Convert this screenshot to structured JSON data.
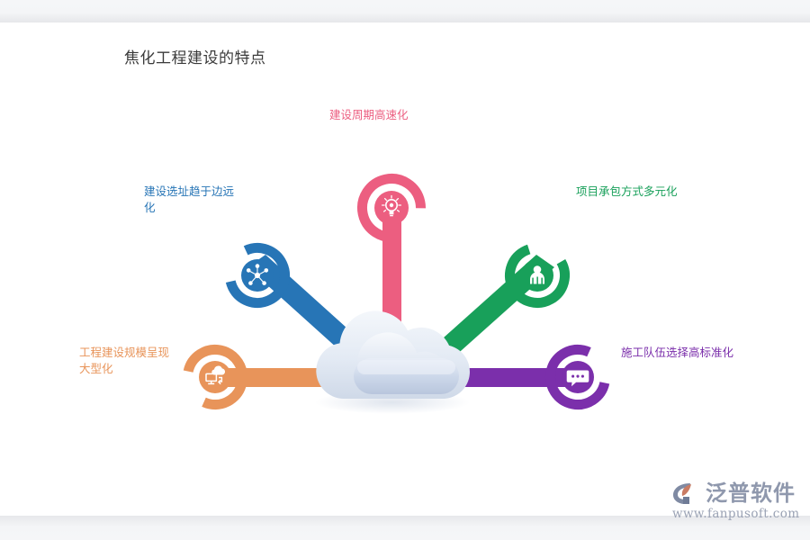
{
  "document": {
    "title": "焦化工程建设的特点"
  },
  "diagram": {
    "center": {
      "icon": "cloud-icon",
      "label": ""
    },
    "nodes": [
      {
        "key": "pink",
        "label": "建设周期高速化",
        "color": "#ec5e80",
        "icon": "lightbulb-icon",
        "position": "top"
      },
      {
        "key": "blue",
        "label": "建设选址趋于边远化",
        "color": "#2775b6",
        "icon": "network-nodes-icon",
        "position": "upper-left"
      },
      {
        "key": "green",
        "label": "项目承包方式多元化",
        "color": "#18a05a",
        "icon": "person-icon",
        "position": "upper-right"
      },
      {
        "key": "orange",
        "label": "工程建设规模呈现大型化",
        "color": "#e8945a",
        "icon": "cloud-computing-icon",
        "position": "left"
      },
      {
        "key": "purple",
        "label": "施工队伍选择高标准化",
        "color": "#7b2fab",
        "icon": "chat-bubble-icon",
        "position": "right"
      }
    ]
  },
  "watermark": {
    "brand": "泛普软件",
    "url": "www.fanpusoft.com",
    "logo_icon": "fanpu-logo-icon"
  },
  "colors": {
    "pink": "#ec5e80",
    "blue": "#2775b6",
    "green": "#18a05a",
    "orange": "#e8945a",
    "purple": "#7b2fab",
    "cloud_light": "#eef2f8",
    "cloud_mid": "#c8d4e6",
    "title_text": "#3a3a3a",
    "band": "#f5f6f8"
  }
}
